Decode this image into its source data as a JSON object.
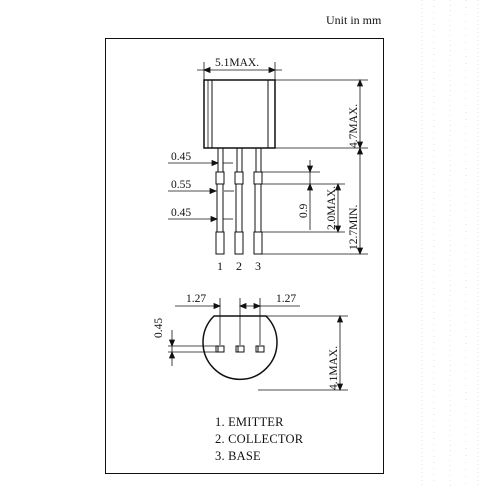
{
  "unit_note": "Unit in mm",
  "top_view": {
    "width_dim": "5.1MAX.",
    "height_dim": "4.7MAX.",
    "lead_length_dim": "12.7MIN.",
    "lead_dim_a": "0.45",
    "lead_dim_b": "0.55",
    "lead_dim_c": "0.45",
    "bend_dim": "0.9",
    "bend_len_dim": "2.0MAX.",
    "pins": [
      "1",
      "2",
      "3"
    ]
  },
  "bottom_view": {
    "pitch_left": "1.27",
    "pitch_right": "1.27",
    "lead_thickness": "0.45",
    "depth_dim": "4.1MAX."
  },
  "legend": [
    "1. EMITTER",
    "2. COLLECTOR",
    "3. BASE"
  ]
}
